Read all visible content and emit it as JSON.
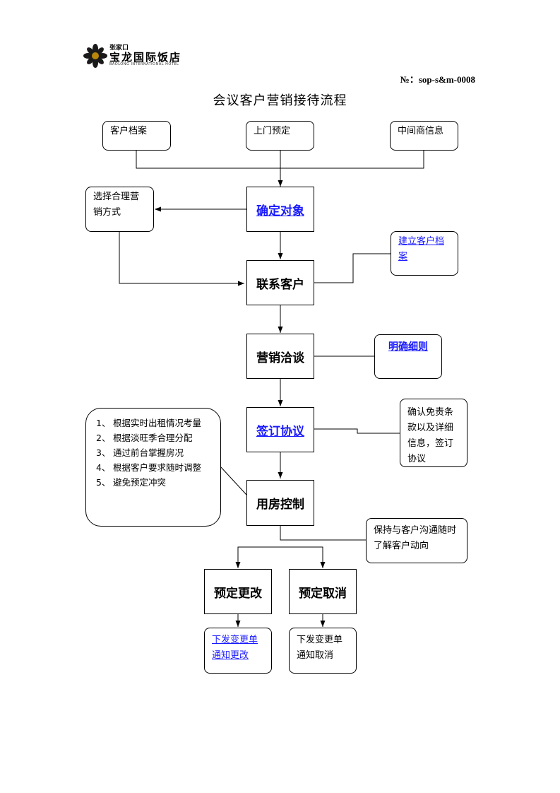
{
  "header": {
    "logo_small": "张家口",
    "logo_name": "宝龙国际饭店",
    "logo_en": "BAOLONG INTERNATIONAL HOTEL",
    "doc_number": "№：sop-s&m-0008"
  },
  "title": "会议客户营销接待流程",
  "sources": {
    "customer_archive": "客户档案",
    "visit_booking": "上门预定",
    "agent_info": "中间商信息"
  },
  "steps": {
    "confirm_target": "确定对象",
    "contact_customer": "联系客户",
    "sales_negotiation": "营销洽谈",
    "sign_agreement": "签订协议",
    "room_control": "用房控制",
    "booking_change": "预定更改",
    "booking_cancel": "预定取消"
  },
  "notes": {
    "select_method": "选择合理营销方式",
    "create_archive": "建立客户档案",
    "clarify_details": "明确细则",
    "confirm_terms": "确认免责条款以及详细信息，签订协议",
    "keep_contact": "保持与客户沟通随时了解客户动向",
    "issue_change": "下发变更单通知更改",
    "issue_cancel": "下发变更单通知取消"
  },
  "room_control_rules": [
    {
      "num": "1、",
      "text": "根据实时出租情况考量"
    },
    {
      "num": "2、",
      "text": "根据淡旺季合理分配"
    },
    {
      "num": "3、",
      "text": "通过前台掌握房况"
    },
    {
      "num": "4、",
      "text": "根据客户要求随时调整"
    },
    {
      "num": "5、",
      "text": "避免预定冲突"
    }
  ],
  "colors": {
    "link": "#1a1aff",
    "line": "#000000",
    "logo_gold": "#b8860b"
  }
}
